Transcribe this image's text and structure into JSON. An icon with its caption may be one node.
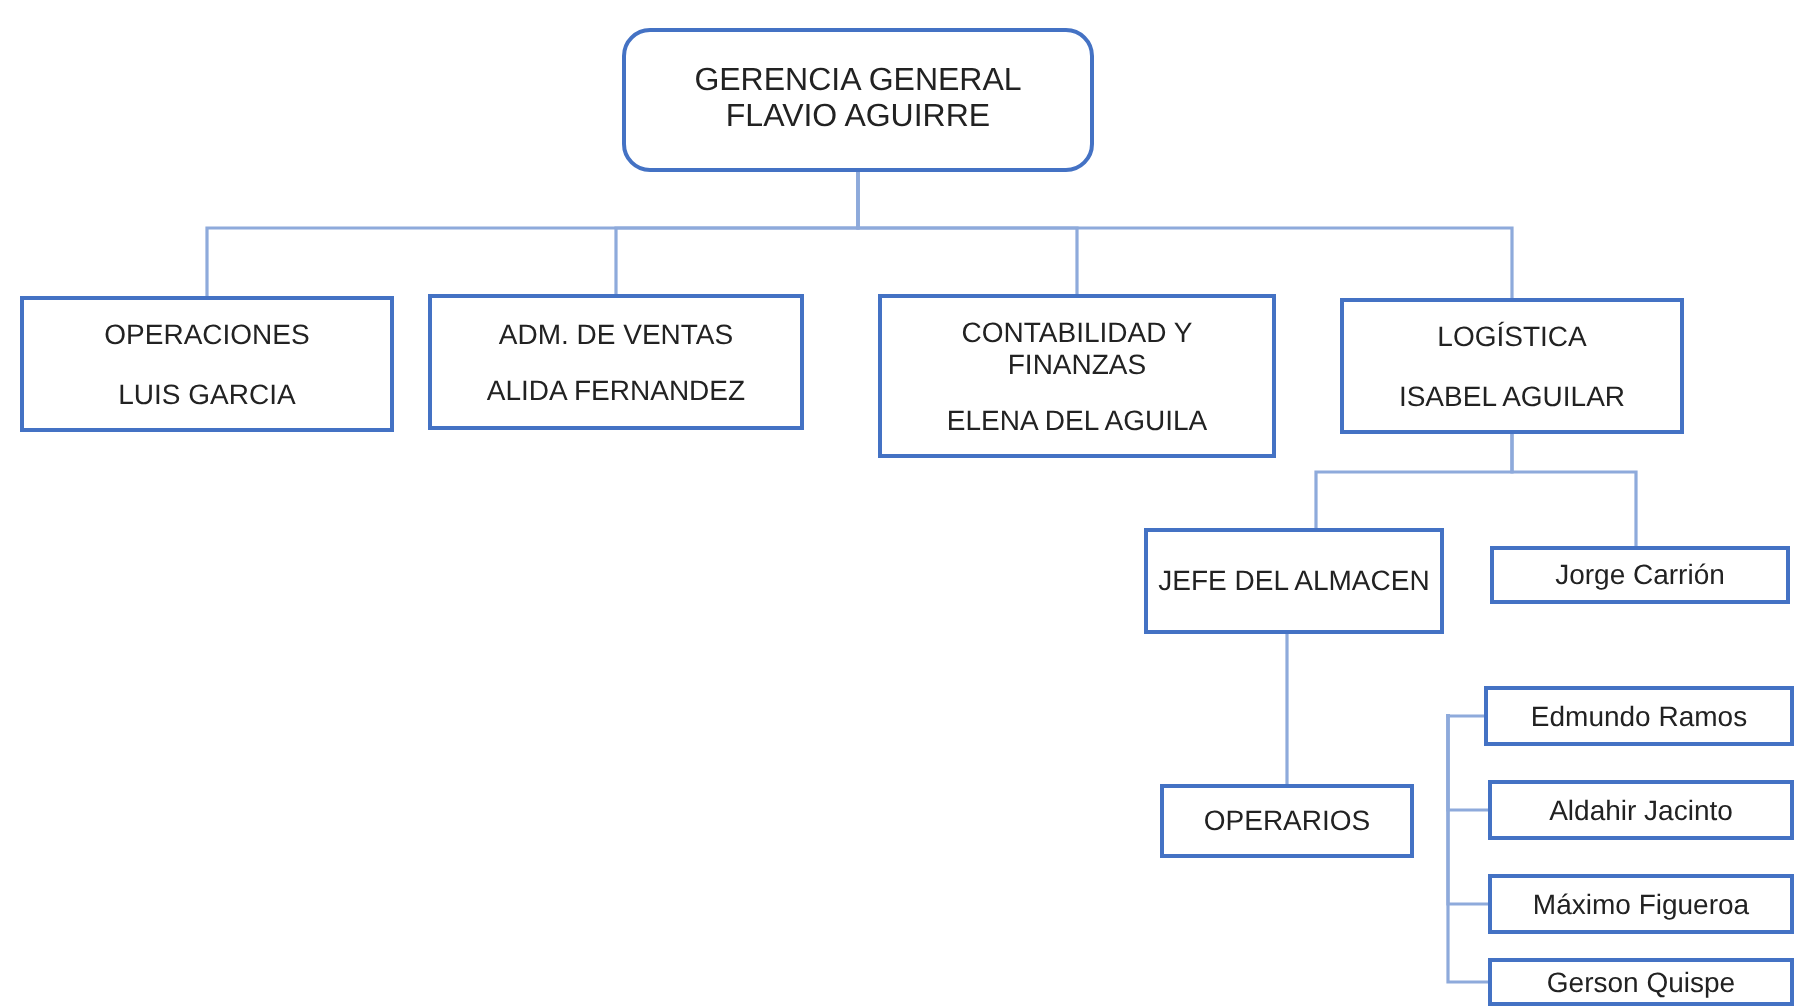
{
  "diagram": {
    "nodes": [
      {
        "text": [
          "GERENCIA GENERAL",
          "FLAVIO AGUIRRE"
        ]
      },
      {
        "text": [
          "OPERACIONES",
          "LUIS GARCIA"
        ]
      },
      {
        "text": [
          "ADM. DE VENTAS",
          "ALIDA FERNANDEZ"
        ]
      },
      {
        "text": [
          "CONTABILIDAD Y FINANZAS",
          "ELENA DEL AGUILA"
        ]
      },
      {
        "text": [
          "LOGÍSTICA",
          "ISABEL AGUILAR"
        ]
      },
      {
        "text": [
          "JEFE DEL ALMACEN"
        ]
      },
      {
        "text": [
          "Jorge Carrión"
        ]
      },
      {
        "text": [
          "Edmundo Ramos"
        ]
      },
      {
        "text": [
          "Aldahir Jacinto"
        ]
      },
      {
        "text": [
          "Máximo Figueroa"
        ]
      },
      {
        "text": [
          "Gerson Quispe"
        ]
      },
      {
        "text": [
          "OPERARIOS"
        ]
      }
    ],
    "edges": [
      {
        "from": 0,
        "to": 1,
        "arrow": "none"
      },
      {
        "from": 0,
        "to": 2,
        "arrow": "none"
      },
      {
        "from": 0,
        "to": 3,
        "arrow": "none"
      },
      {
        "from": 0,
        "to": 4,
        "arrow": "none"
      },
      {
        "from": 4,
        "to": 5,
        "arrow": "none"
      },
      {
        "from": 4,
        "to": 6,
        "arrow": "none"
      },
      {
        "from": 5,
        "to": 11,
        "arrow": "none"
      },
      {
        "from": null,
        "to": 7,
        "arrow": "none"
      },
      {
        "from": null,
        "to": 8,
        "arrow": "none"
      },
      {
        "from": null,
        "to": 9,
        "arrow": "none"
      },
      {
        "from": null,
        "to": 10,
        "arrow": "none"
      }
    ]
  }
}
